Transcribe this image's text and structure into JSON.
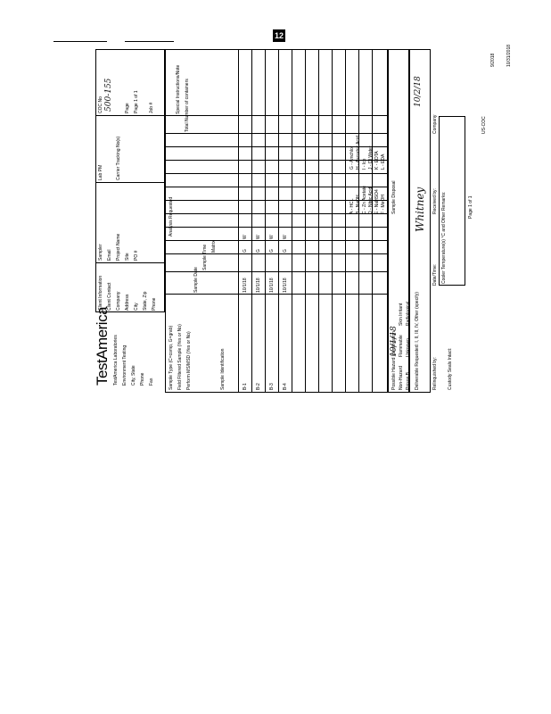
{
  "page_tag": "12",
  "logo": "TestAmerica",
  "lab_address": [
    "TestAmerica Laboratories",
    "Environment Testing",
    "City, State",
    "Phone",
    "Fax"
  ],
  "client_info": {
    "labels": [
      "Client Information",
      "Client Contact",
      "Company",
      "Address",
      "City",
      "State, Zip",
      "Phone",
      "Email",
      "Project Name",
      "Site",
      "PO #"
    ],
    "sampler_label": "Sampler",
    "lab_pm_label": "Lab PM",
    "carrier_label": "Carrier Tracking No(s)",
    "coc_label": "COC No",
    "coc_value": "500-155",
    "page_label": "Page",
    "page_value": "Page 1 of 1",
    "job_label": "Job #"
  },
  "table": {
    "headers": [
      "Sample Identification",
      "Sample Date",
      "Sample Time",
      "Sample Type (C=comp, G=grab)",
      "Matrix",
      "Field Filtered Sample (Yes or No)",
      "Perform MS/MSD (Yes or No)",
      "Analysis Requested",
      "Total Number of containers",
      "Special Instructions/Note"
    ],
    "rows": [
      {
        "id": "B-1",
        "date": "10/1/18",
        "time": "",
        "type": "G",
        "matrix": "W"
      },
      {
        "id": "B-2",
        "date": "10/1/18",
        "time": "",
        "type": "G",
        "matrix": "W"
      },
      {
        "id": "B-3",
        "date": "10/1/18",
        "time": "",
        "type": "G",
        "matrix": "W"
      },
      {
        "id": "B-4",
        "date": "10/1/18",
        "time": "",
        "type": "G",
        "matrix": "W"
      }
    ]
  },
  "preservation_codes": [
    "A - HCL",
    "B - NaOH",
    "C - Zn Acetate",
    "D - Nitric Acid",
    "E - NaHSO4",
    "F - MeOH",
    "G - Amchlor",
    "H - Ascorbic Acid",
    "I - Ice",
    "J - DI Water",
    "K - EDTA",
    "L - EDA"
  ],
  "bottom": {
    "hazard_label": "Possible Hazard Identification",
    "hazard_options": [
      "Non-Hazard",
      "Flammable",
      "Skin Irritant",
      "Poison B",
      "Unknown",
      "Radiological"
    ],
    "disposal_label": "Sample Disposal",
    "deliverable_label": "Deliverable Requested: I, II, III, IV, Other (specify)",
    "relinquished_label": "Relinquished by:",
    "received_label": "Received by:",
    "datetime_label": "Date/Time:",
    "company_label": "Company",
    "cooler_label": "Cooler Temperature(s) °C and Other Remarks:",
    "custody_label": "Custody Seals Intact:",
    "signature": "Whitney",
    "date_hand": "10/1/18",
    "date_hand2": "10/2/18"
  },
  "footer": {
    "page_ref": "Page 1 of 1",
    "doc_id": "US-COC",
    "date": "9/2018",
    "side_note": "10/31/2018"
  }
}
